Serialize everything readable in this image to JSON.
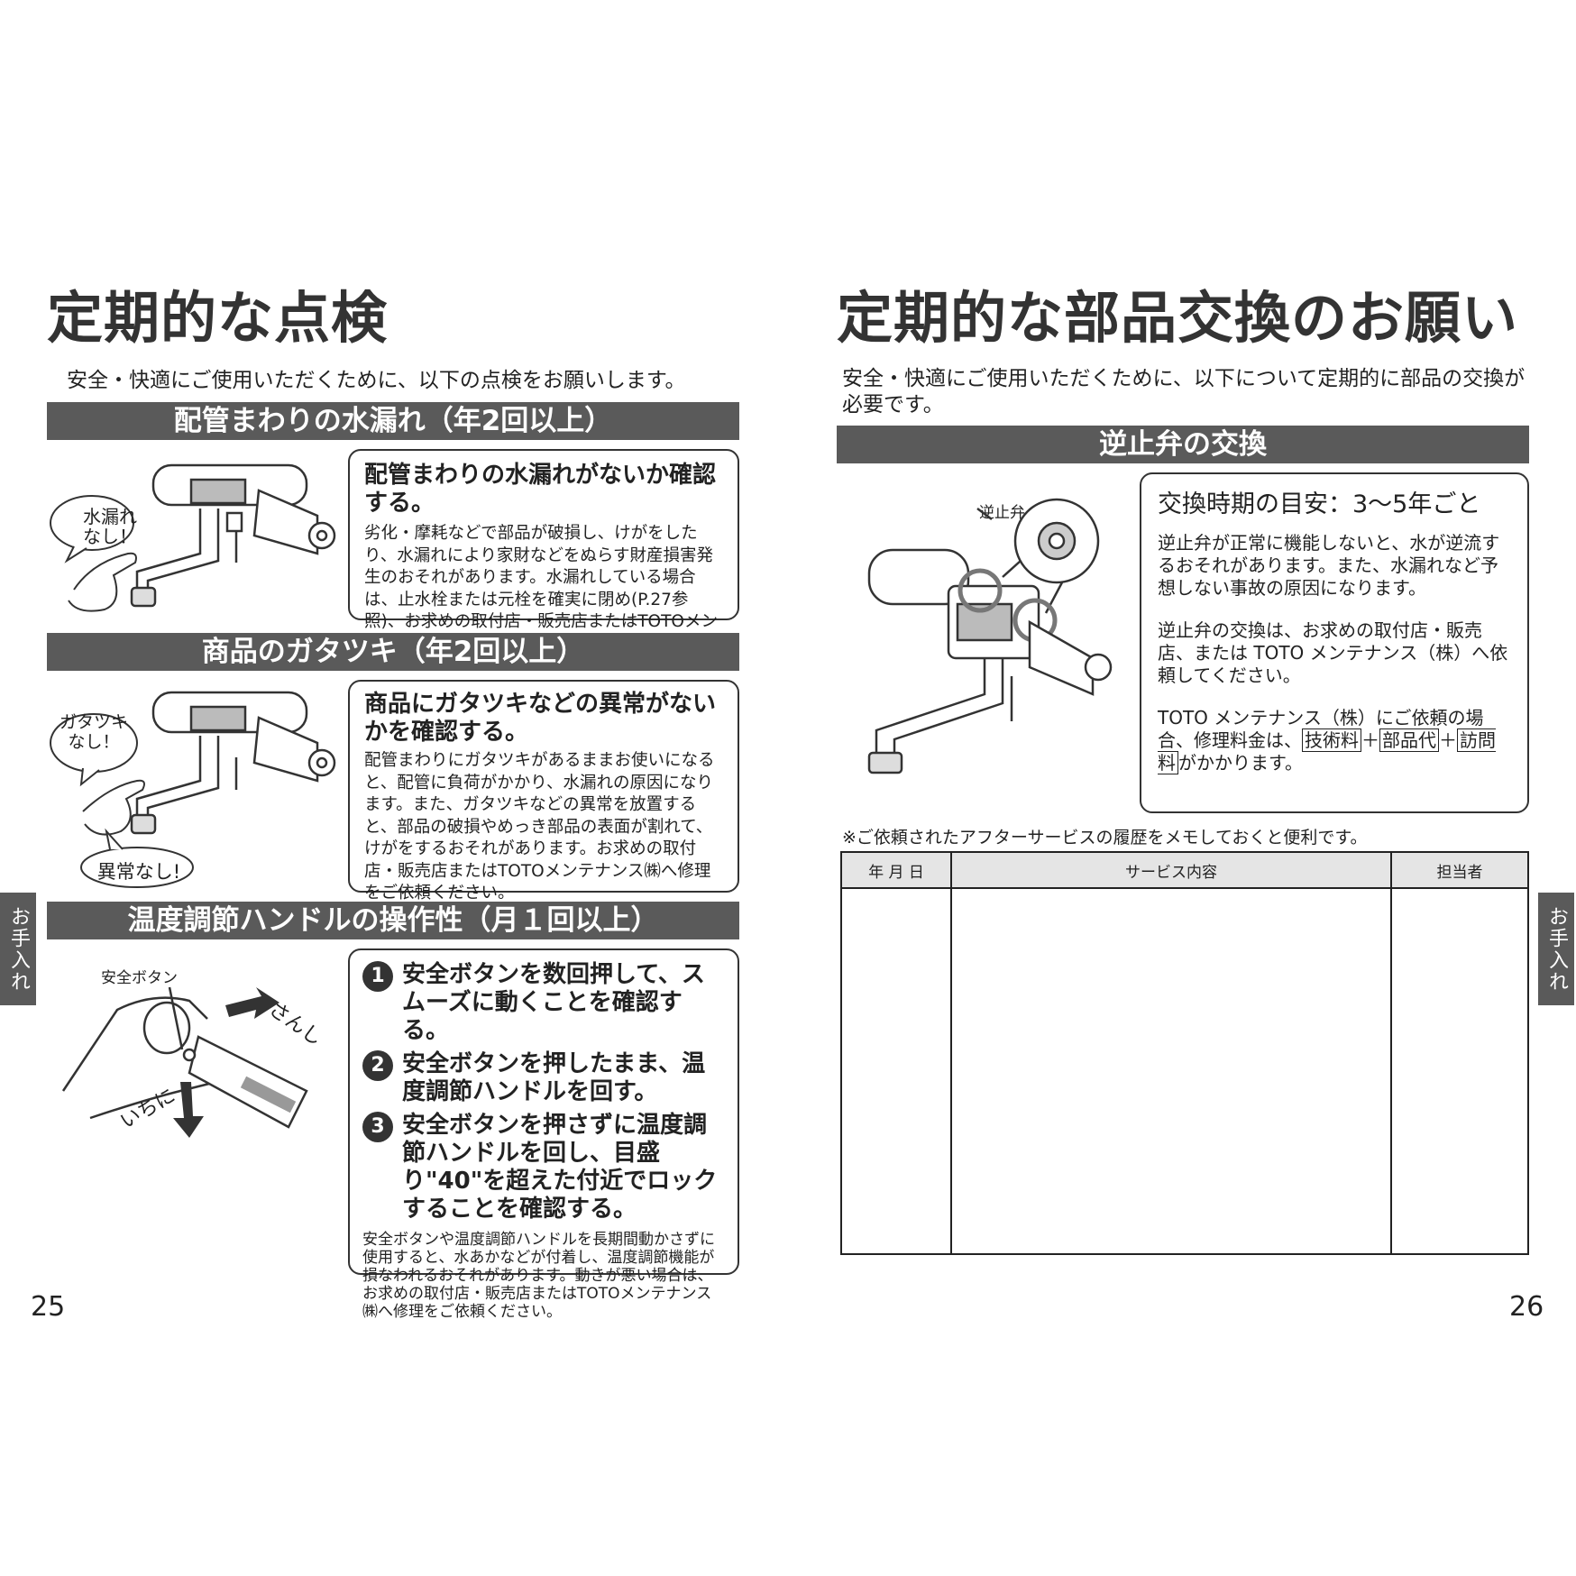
{
  "left": {
    "title": "定期的な点検",
    "intro": "安全・快適にご使用いただくために、以下の点検をお願いします。",
    "sections": [
      {
        "band": "配管まわりの水漏れ（年2回以上）",
        "heading": "配管まわりの水漏れがないか確認する。",
        "body": "劣化・摩耗などで部品が破損し、けがをしたり、水漏れにより家財などをぬらす財産損害発生のおそれがあります。水漏れしている場合は、止水栓または元栓を確実に閉め(P.27参照)、お求めの取付店・販売店またはTOTOメンテナンス㈱へ修理をご依頼ください。",
        "bubble_line1": "水漏れ",
        "bubble_line2": "なし！"
      },
      {
        "band": "商品のガタツキ（年2回以上）",
        "heading": "商品にガタツキなどの異常がないかを確認する。",
        "body": "配管まわりにガタツキがあるままお使いになると、配管に負荷がかかり、水漏れの原因になります。また、ガタツキなどの異常を放置すると、部品の破損やめっき部品の表面が割れて、けがをするおそれがあります。お求めの取付店・販売店またはTOTOメンテナンス㈱へ修理をご依頼ください。",
        "bubble_line1": "ガタツキ",
        "bubble_line2": "なし！",
        "bubble2": "異常なし!"
      },
      {
        "band": "温度調節ハンドルの操作性（月１回以上）",
        "label_button": "安全ボタン",
        "label_sanshi": "さんし",
        "label_ichini": "いちに",
        "steps": [
          {
            "num": "1",
            "text": "安全ボタンを数回押して、スムーズに動くことを確認する。"
          },
          {
            "num": "2",
            "text": "安全ボタンを押したまま、温度調節ハンドルを回す。"
          },
          {
            "num": "3",
            "text": "安全ボタンを押さずに温度調節ハンドルを回し、目盛り\"40\"を超えた付近でロックすることを確認する。"
          }
        ],
        "body": "安全ボタンや温度調節ハンドルを長期間動かさずに使用すると、水あかなどが付着し、温度調節機能が損なわれるおそれがあります。動きが悪い場合は、お求めの取付店・販売店またはTOTOメンテナンス㈱へ修理をご依頼ください。"
      }
    ],
    "side_tab": "お手入れ",
    "page_number": "25"
  },
  "right": {
    "title": "定期的な部品交換のお願い",
    "intro": "安全・快適にご使用いただくために、以下について定期的に部品の交換が必要です。",
    "band": "逆止弁の交換",
    "valve_label": "逆止弁",
    "heading": "交換時期の目安：3～5年ごと",
    "para1": "逆止弁が正常に機能しないと、水が逆流するおそれがあります。また、水漏れなど予想しない事故の原因になります。",
    "para2": "逆止弁の交換は、お求めの取付店・販売店、または TOTO メンテナンス（株）へ依頼してください。",
    "para3_pre": "TOTO メンテナンス（株）にご依頼の場合、修理料金は、",
    "fee1": "技術料",
    "plus": "＋",
    "fee2": "部品代",
    "fee3": "訪問料",
    "para3_post": "がかかります。",
    "memo_note": "※ご依頼されたアフターサービスの履歴をメモしておくと便利です。",
    "table_headers": [
      "年 月 日",
      "サービス内容",
      "担当者"
    ],
    "side_tab": "お手入れ",
    "page_number": "26"
  }
}
